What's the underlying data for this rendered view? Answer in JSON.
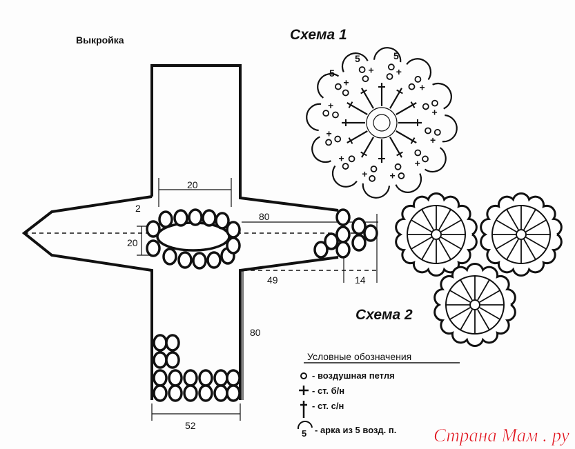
{
  "pattern": {
    "title": "Выкройка",
    "dimensions": {
      "top_width": "20",
      "gap": "2",
      "opening_height": "20",
      "arm_length": "80",
      "arm_part_a": "49",
      "arm_part_b": "14",
      "body_length": "80",
      "bottom_width": "52"
    }
  },
  "scheme1": {
    "title": "Схема 1",
    "arch_count": "5"
  },
  "scheme2": {
    "title": "Схема 2"
  },
  "legend": {
    "title": "Условные обозначения",
    "items": [
      {
        "symbol": "chain-icon",
        "text": "- воздушная петля"
      },
      {
        "symbol": "single-crochet-icon",
        "text": "- ст. б/н"
      },
      {
        "symbol": "double-crochet-icon",
        "text": "- ст. с/н"
      },
      {
        "symbol": "arch-icon",
        "symbol_text": "5",
        "text": "- арка из 5 возд. п."
      }
    ]
  },
  "watermark": "Страна Мам . ру"
}
